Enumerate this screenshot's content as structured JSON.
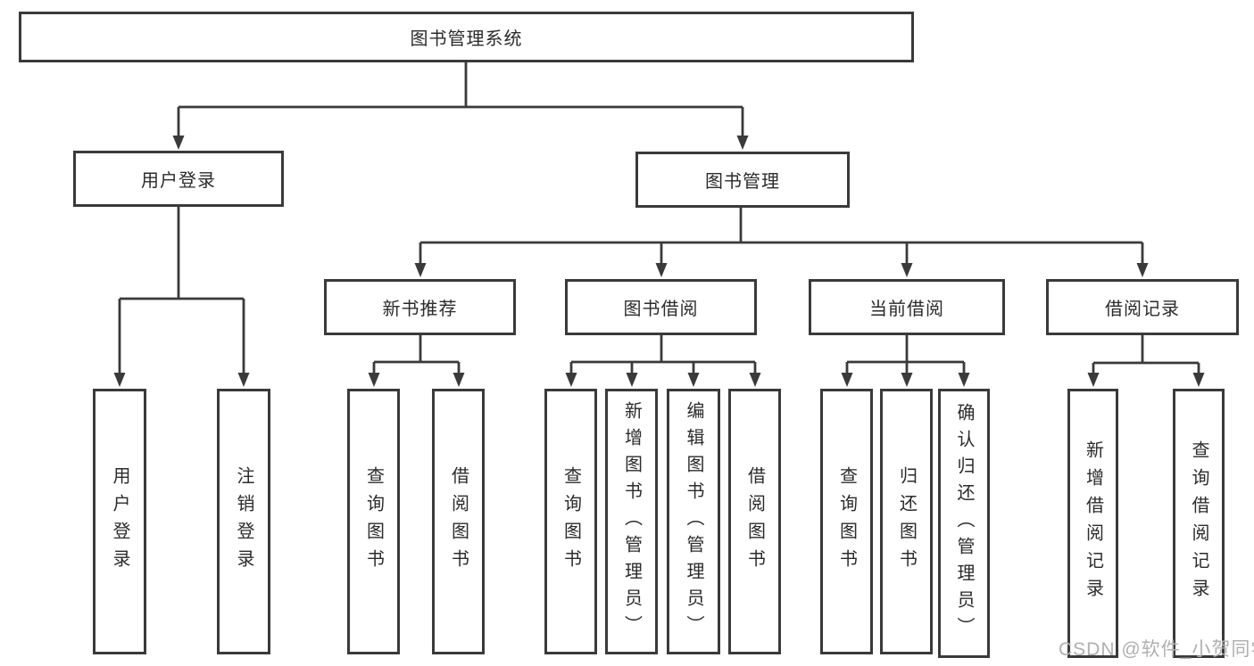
{
  "nodes": {
    "root": "图书管理系统",
    "l2": {
      "userLogin": "用户登录",
      "bookMgmt": "图书管理"
    },
    "l3": {
      "newBook": "新书推荐",
      "bookBorrow": "图书借阅",
      "currentBorrow": "当前借阅",
      "borrowRecords": "借阅记录"
    },
    "l4": {
      "userLogin": "用户登录",
      "logout": "注销登录",
      "nbQuery": "查询图书",
      "nbBorrow": "借阅图书",
      "bbQuery": "查询图书",
      "bbAdd": "新增图书（管理员）",
      "bbEdit": "编辑图书（管理员）",
      "bbBorrow": "借阅图书",
      "cbQuery": "查询图书",
      "cbReturn": "归还图书",
      "cbConfirm": "确认归还（管理员）",
      "brAdd": "新增借阅记录",
      "brQuery": "查询借阅记录"
    }
  },
  "watermark": "CSDN @软件_小贺同学",
  "colors": {
    "line": "#3a3a3a",
    "text": "#2b2b2b",
    "watermark": "#b0b0b0",
    "background": "#ffffff"
  }
}
